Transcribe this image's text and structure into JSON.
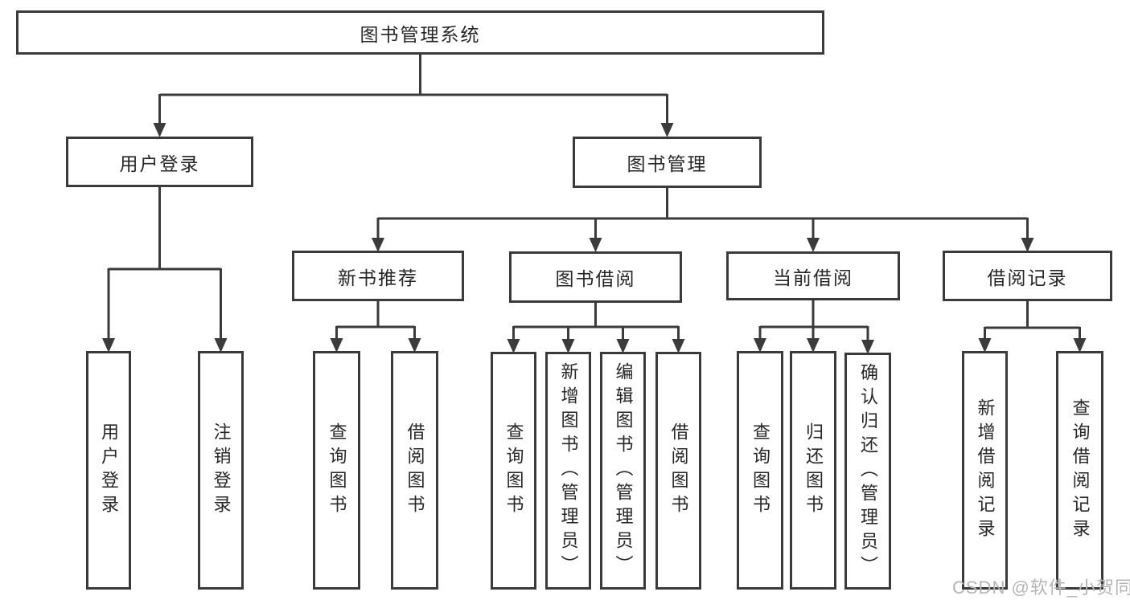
{
  "diagram": {
    "type": "tree",
    "root": {
      "label": "图书管理系统"
    },
    "branches": [
      {
        "label": "用户登录",
        "children": [
          {
            "label": "用户登录"
          },
          {
            "label": "注销登录"
          }
        ]
      },
      {
        "label": "图书管理",
        "children": [
          {
            "label": "新书推荐",
            "children": [
              {
                "label": "查询图书"
              },
              {
                "label": "借阅图书"
              }
            ]
          },
          {
            "label": "图书借阅",
            "children": [
              {
                "label": "查询图书"
              },
              {
                "label": "新增图书（管理员）"
              },
              {
                "label": "编辑图书（管理员）"
              },
              {
                "label": "借阅图书"
              }
            ]
          },
          {
            "label": "当前借阅",
            "children": [
              {
                "label": "查询图书"
              },
              {
                "label": "归还图书"
              },
              {
                "label": "确认归还（管理员）"
              }
            ]
          },
          {
            "label": "借阅记录",
            "children": [
              {
                "label": "新增借阅记录"
              },
              {
                "label": "查询借阅记录"
              }
            ]
          }
        ]
      }
    ],
    "colors": {
      "line": "#3b3b3b",
      "box_border": "#3a3a3a",
      "text": "#262626",
      "background": "#ffffff"
    }
  },
  "watermark": {
    "text": "CSDN @软件_小贺同学",
    "color": "#b5b5b5"
  }
}
